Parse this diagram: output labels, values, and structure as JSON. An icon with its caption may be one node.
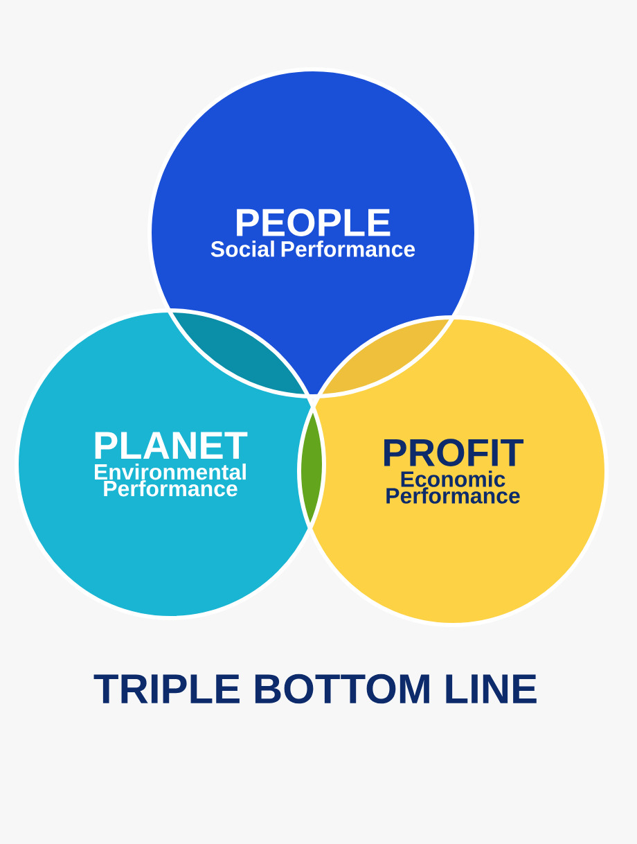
{
  "diagram": {
    "title": "TRIPLE BOTTOM LINE",
    "nodes": [
      {
        "text": [
          "PEOPLE",
          "Social Performance"
        ]
      },
      {
        "text": [
          "PLANET",
          "Environmental Performance"
        ]
      },
      {
        "text": [
          "PROFIT",
          "Economic Performance"
        ]
      }
    ]
  }
}
